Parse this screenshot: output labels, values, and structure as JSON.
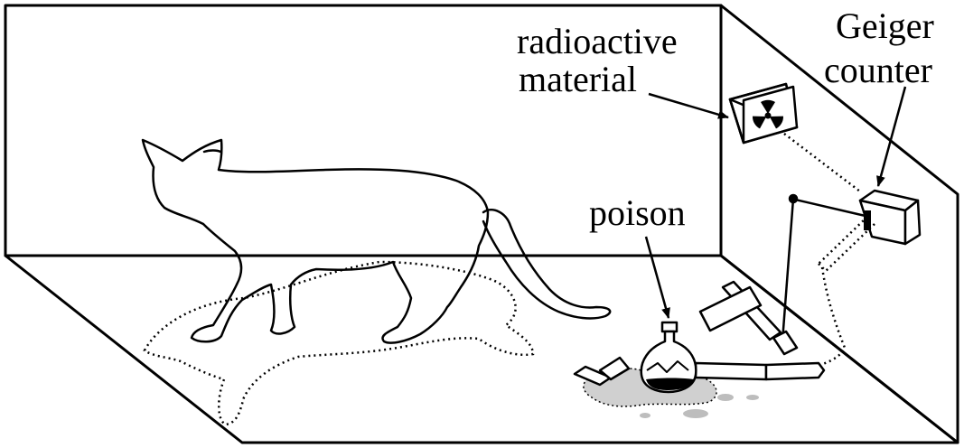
{
  "labels": {
    "radioactive_line1": "radioactive",
    "radioactive_line2": "material",
    "geiger_line1": "Geiger",
    "geiger_line2": "counter",
    "poison": "poison"
  },
  "icons": {
    "cat": "cat-silhouette-icon",
    "radiation": "radiation-trefoil-icon",
    "geiger": "geiger-counter-box-icon",
    "flask": "poison-flask-icon",
    "hammer": "hammer-icon"
  },
  "colors": {
    "stroke": "#000000",
    "background": "#ffffff",
    "spill": "#d0d0d0",
    "poison_liquid": "#000000"
  }
}
